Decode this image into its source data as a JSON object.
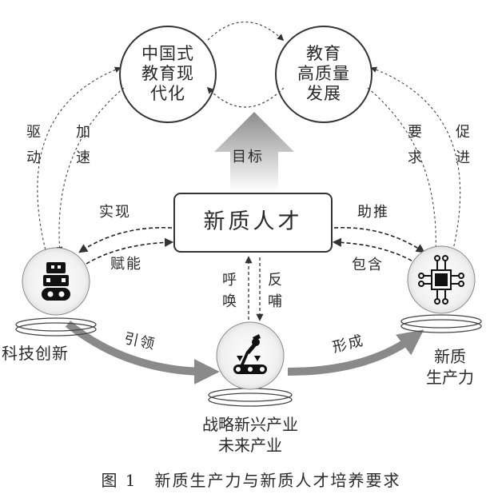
{
  "nodes": {
    "top_left": "中国式\n教育现\n代化",
    "top_right": "教育\n高质量\n发展",
    "center": "新质人才",
    "left": "科技创新",
    "right": "新质\n生产力",
    "bottom": "战略新兴产业\n未来产业"
  },
  "labels": {
    "drive": "驱\n动",
    "accelerate": "加\n速",
    "require": "要\n求",
    "promote": "促\n进",
    "goal": "目标",
    "realize": "实现",
    "empower": "赋能",
    "assist": "助推",
    "include": "包含",
    "call": "呼\n唤",
    "feedback": "反\n哺",
    "lead": "引领",
    "form": "形成"
  },
  "caption": "图 1　新质生产力与新质人才培养要求"
}
